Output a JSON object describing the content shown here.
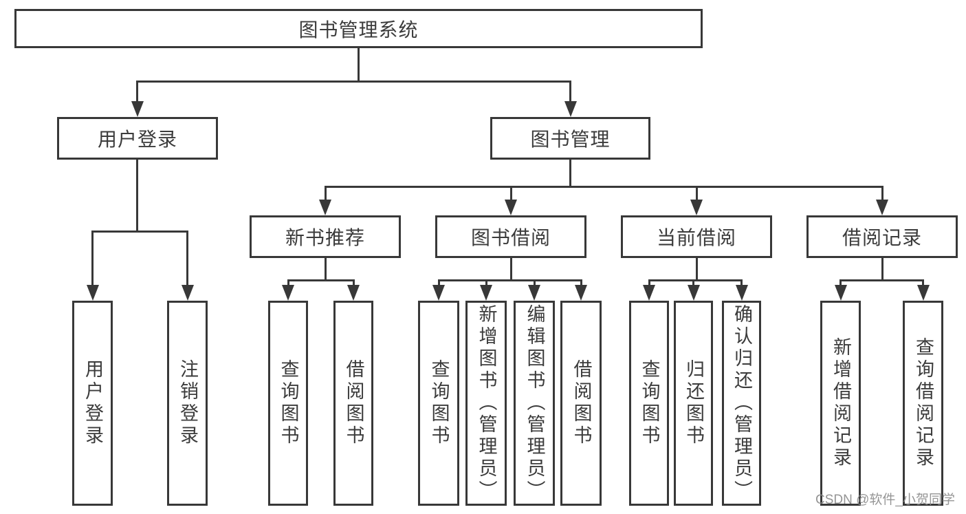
{
  "nodes": {
    "root": "图书管理系统",
    "user_login": "用户登录",
    "book_management": "图书管理",
    "new_book_recommend": "新书推荐",
    "book_borrow": "图书借阅",
    "current_borrow": "当前借阅",
    "borrow_record": "借阅记录"
  },
  "leaves": {
    "user_login": [
      "用户登录",
      "注销登录"
    ],
    "new_book_recommend": [
      "查询图书",
      "借阅图书"
    ],
    "book_borrow": [
      "查询图书",
      "新增图书（管理员）",
      "编辑图书（管理员）",
      "借阅图书"
    ],
    "current_borrow": [
      "查询图书",
      "归还图书",
      "确认归还（管理员）"
    ],
    "borrow_record": [
      "新增借阅记录",
      "查询借阅记录"
    ]
  },
  "watermark": "CSDN @软件_小贺同学",
  "colors": {
    "line": "#383838",
    "text": "#3b3b3b",
    "watermark": "#8c8c8c",
    "background": "#ffffff"
  }
}
